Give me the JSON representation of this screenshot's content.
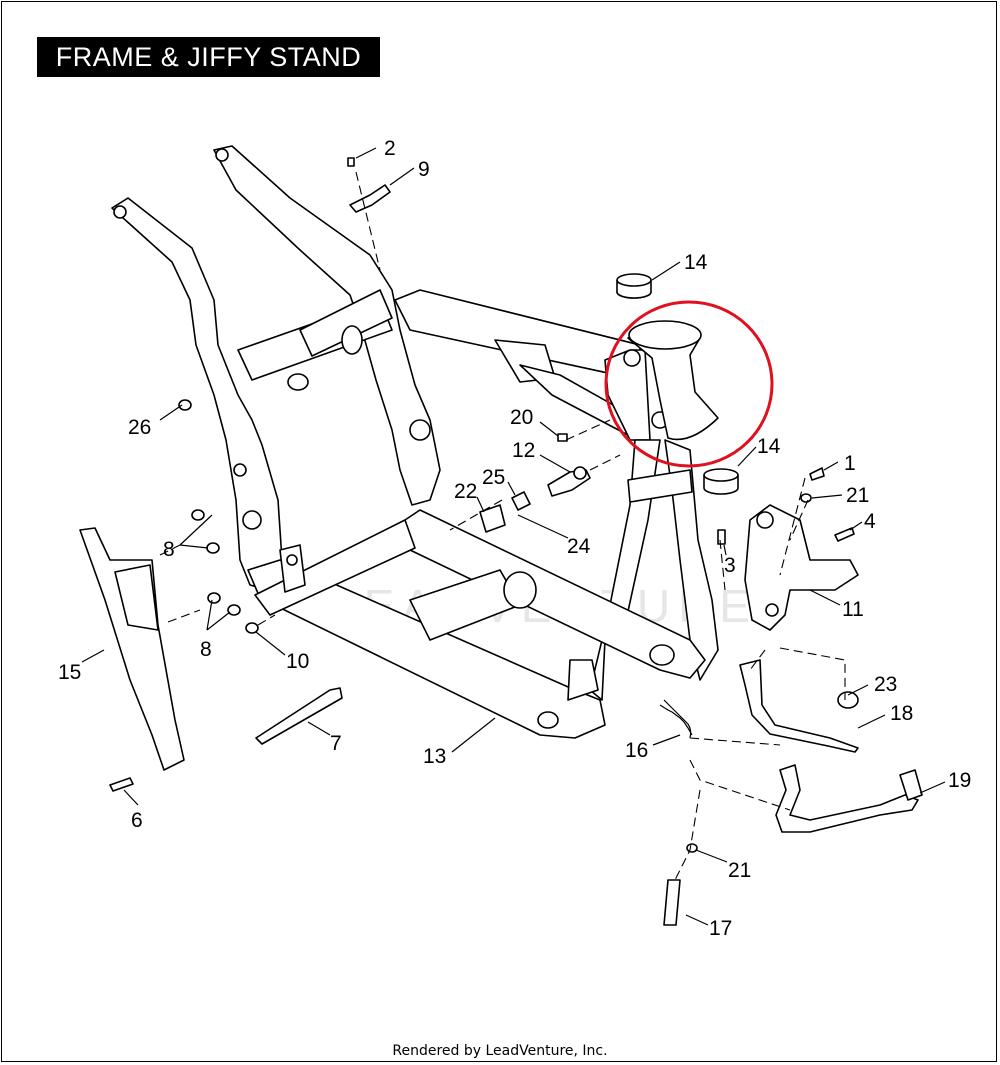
{
  "title": "FRAME & JIFFY STAND",
  "footer": "Rendered by LeadVenture, Inc.",
  "watermark": "LEADVENTURE",
  "highlight_color": "#e0101e",
  "callouts": {
    "c1": "1",
    "c2": "2",
    "c3": "3",
    "c4": "4",
    "c6": "6",
    "c7": "7",
    "c8a": "8",
    "c8b": "8",
    "c9": "9",
    "c10": "10",
    "c11": "11",
    "c12": "12",
    "c13": "13",
    "c14a": "14",
    "c14b": "14",
    "c15": "15",
    "c16": "16",
    "c17": "17",
    "c18": "18",
    "c19": "19",
    "c20": "20",
    "c21a": "21",
    "c21b": "21",
    "c22": "22",
    "c23": "23",
    "c24": "24",
    "c25": "25",
    "c26": "26"
  }
}
